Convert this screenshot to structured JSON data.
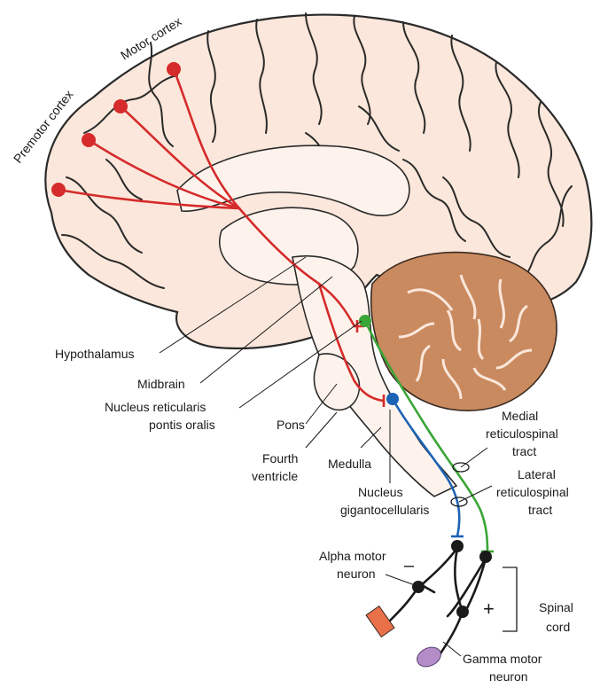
{
  "labels": {
    "motor_cortex": "Motor cortex",
    "premotor_cortex": "Premotor cortex",
    "hypothalamus": "Hypothalamus",
    "midbrain": "Midbrain",
    "nucleus_reticularis_line1": "Nucleus reticularis",
    "nucleus_reticularis_line2": "pontis oralis",
    "pons": "Pons",
    "fourth_ventricle_line1": "Fourth",
    "fourth_ventricle_line2": "ventricle",
    "medulla": "Medulla",
    "nucleus_giganto_line1": "Nucleus",
    "nucleus_giganto_line2": "gigantocellularis",
    "medial_tract_line1": "Medial",
    "medial_tract_line2": "reticulospinal",
    "medial_tract_line3": "tract",
    "lateral_tract_line1": "Lateral",
    "lateral_tract_line2": "reticulospinal",
    "lateral_tract_line3": "tract",
    "alpha_line1": "Alpha motor",
    "alpha_line2": "neuron",
    "minus": "–",
    "plus": "+",
    "spinal_line1": "Spinal",
    "spinal_line2": "cord",
    "gamma_line1": "Gamma motor",
    "gamma_line2": "neuron"
  },
  "colors": {
    "cortical_pathway": "#d52b2b",
    "medial_reticulospinal": "#3aa537",
    "lateral_reticulospinal": "#1d63b5",
    "brain_fill": "#fbe7db",
    "cerebellum_fill": "#c98a5f",
    "muscle_fill": "#e8714a",
    "spindle_fill": "#b48cc8"
  }
}
